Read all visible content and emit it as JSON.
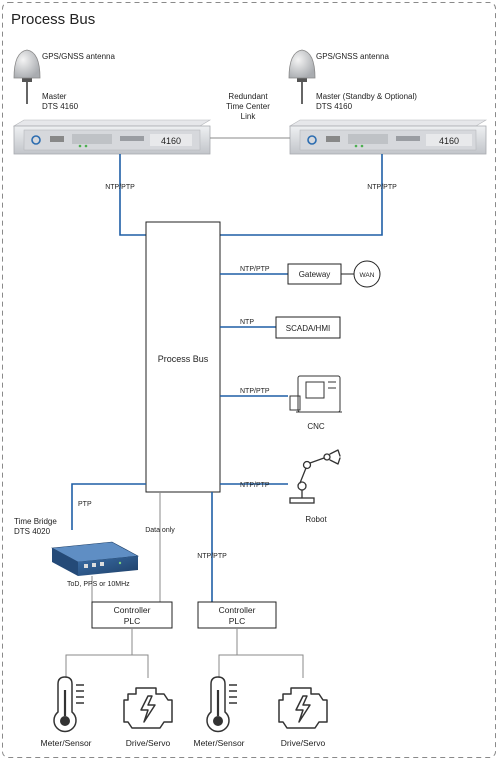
{
  "title": "Process Bus",
  "colors": {
    "link_blue": "#1f5fa6",
    "line_gray": "#8a8a8a",
    "frame_dash": "#8a8a8a",
    "device_body": "#dcdde0",
    "device_face": "#c9cbd0",
    "device_blue": "#2b6cb0",
    "bridge_blue": "#2d5a8e"
  },
  "icons": {
    "antenna": "gps-antenna-icon",
    "wan": "wan-cloud-icon",
    "cnc": "cnc-machine-icon",
    "robot": "robot-arm-icon",
    "sensor": "thermometer-sensor-icon",
    "drive": "engine-drive-icon"
  },
  "masters": [
    {
      "antenna_label": "GPS/GNSS antenna",
      "role": "Master",
      "model": "DTS 4160",
      "display": "4160",
      "link_label": "NTP/PTP"
    },
    {
      "antenna_label": "GPS/GNSS antenna",
      "role": "Master (Standby & Optional)",
      "model": "DTS 4160",
      "display": "4160",
      "link_label": "NTP/PTP"
    }
  ],
  "redundant_link": [
    "Redundant",
    "Time Center",
    "Link"
  ],
  "process_bus": {
    "label": "Process Bus"
  },
  "outputs": [
    {
      "protocol": "NTP/PTP",
      "label": "Gateway",
      "extra": "WAN"
    },
    {
      "protocol": "NTP",
      "label": "SCADA/HMI"
    },
    {
      "protocol": "NTP/PTP",
      "label": "CNC"
    },
    {
      "protocol": "NTP/PTP",
      "label": "Robot"
    }
  ],
  "time_bridge": {
    "name": "Time Bridge",
    "model": "DTS 4020",
    "input_label": "PTP",
    "output_label": "ToD, PPS or 10MHz"
  },
  "data_only_label": "Data only",
  "ntp_ptp_label": "NTP/PTP",
  "controllers": [
    {
      "line1": "Controller",
      "line2": "PLC"
    },
    {
      "line1": "Controller",
      "line2": "PLC"
    }
  ],
  "field_devices": [
    {
      "label": "Meter/Sensor"
    },
    {
      "label": "Drive/Servo"
    },
    {
      "label": "Meter/Sensor"
    },
    {
      "label": "Drive/Servo"
    }
  ]
}
